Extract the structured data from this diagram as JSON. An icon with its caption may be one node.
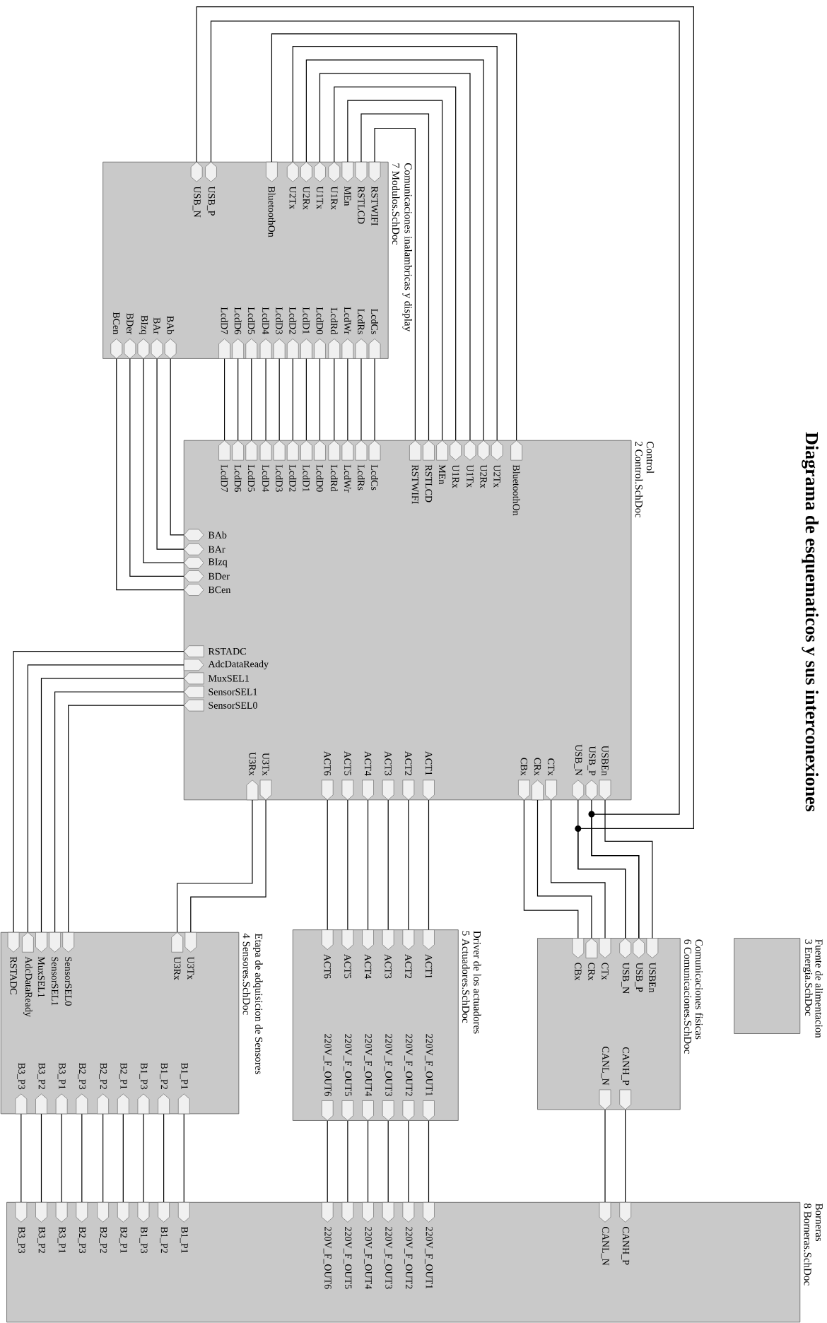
{
  "diagram": {
    "title": "Diagrama de esquematicos y sus interconexiones",
    "nodes": [
      {
        "text": [
          "Comunicaciones inalambricas y display",
          "7 Modulos.SchDoc"
        ]
      },
      {
        "text": [
          "USB_N"
        ],
        "in": 0
      },
      {
        "text": [
          "USB_P"
        ],
        "in": 0
      },
      {
        "text": [
          "BluetoothOn"
        ],
        "in": 0
      },
      {
        "text": [
          "U2Tx"
        ],
        "in": 0
      },
      {
        "text": [
          "U2Rx"
        ],
        "in": 0
      },
      {
        "text": [
          "U1Tx"
        ],
        "in": 0
      },
      {
        "text": [
          "U1Rx"
        ],
        "in": 0
      },
      {
        "text": [
          "MEn"
        ],
        "in": 0
      },
      {
        "text": [
          "RSTLCD"
        ],
        "in": 0
      },
      {
        "text": [
          "RSTWIFI"
        ],
        "in": 0
      },
      {
        "text": [
          "BCen"
        ],
        "in": 0
      },
      {
        "text": [
          "BDer"
        ],
        "in": 0
      },
      {
        "text": [
          "BIzq"
        ],
        "in": 0
      },
      {
        "text": [
          "BAr"
        ],
        "in": 0
      },
      {
        "text": [
          "BAb"
        ],
        "in": 0
      },
      {
        "text": [
          "LcdD7"
        ],
        "in": 0
      },
      {
        "text": [
          "LcdD6"
        ],
        "in": 0
      },
      {
        "text": [
          "LcdD5"
        ],
        "in": 0
      },
      {
        "text": [
          "LcdD4"
        ],
        "in": 0
      },
      {
        "text": [
          "LcdD3"
        ],
        "in": 0
      },
      {
        "text": [
          "LcdD2"
        ],
        "in": 0
      },
      {
        "text": [
          "LcdD1"
        ],
        "in": 0
      },
      {
        "text": [
          "LcdD0"
        ],
        "in": 0
      },
      {
        "text": [
          "LcdRd"
        ],
        "in": 0
      },
      {
        "text": [
          "LcdWr"
        ],
        "in": 0
      },
      {
        "text": [
          "LcdRs"
        ],
        "in": 0
      },
      {
        "text": [
          "LcdCs"
        ],
        "in": 0
      },
      {
        "text": [
          "Control",
          "2 Control.SchDoc"
        ]
      },
      {
        "text": [
          "LcdD7"
        ],
        "in": 28
      },
      {
        "text": [
          "LcdD6"
        ],
        "in": 28
      },
      {
        "text": [
          "LcdD5"
        ],
        "in": 28
      },
      {
        "text": [
          "LcdD4"
        ],
        "in": 28
      },
      {
        "text": [
          "LcdD3"
        ],
        "in": 28
      },
      {
        "text": [
          "LcdD2"
        ],
        "in": 28
      },
      {
        "text": [
          "LcdD1"
        ],
        "in": 28
      },
      {
        "text": [
          "LcdD0"
        ],
        "in": 28
      },
      {
        "text": [
          "LcdRd"
        ],
        "in": 28
      },
      {
        "text": [
          "LcdWr"
        ],
        "in": 28
      },
      {
        "text": [
          "LcdRs"
        ],
        "in": 28
      },
      {
        "text": [
          "LcdCs"
        ],
        "in": 28
      },
      {
        "text": [
          "RSTWIFI"
        ],
        "in": 28
      },
      {
        "text": [
          "RSTLCD"
        ],
        "in": 28
      },
      {
        "text": [
          "MEn"
        ],
        "in": 28
      },
      {
        "text": [
          "U1Rx"
        ],
        "in": 28
      },
      {
        "text": [
          "U1Tx"
        ],
        "in": 28
      },
      {
        "text": [
          "U2Rx"
        ],
        "in": 28
      },
      {
        "text": [
          "U2Tx"
        ],
        "in": 28
      },
      {
        "text": [
          "BluetoothOn"
        ],
        "in": 28
      },
      {
        "text": [
          "BAb"
        ],
        "in": 28
      },
      {
        "text": [
          "BAr"
        ],
        "in": 28
      },
      {
        "text": [
          "BIzq"
        ],
        "in": 28
      },
      {
        "text": [
          "BDer"
        ],
        "in": 28
      },
      {
        "text": [
          "BCen"
        ],
        "in": 28
      },
      {
        "text": [
          "RSTADC"
        ],
        "in": 28
      },
      {
        "text": [
          "AdcDataReady"
        ],
        "in": 28
      },
      {
        "text": [
          "MuxSEL1"
        ],
        "in": 28
      },
      {
        "text": [
          "SensorSEL1"
        ],
        "in": 28
      },
      {
        "text": [
          "SensorSEL0"
        ],
        "in": 28
      },
      {
        "text": [
          "U3Rx"
        ],
        "in": 28
      },
      {
        "text": [
          "U3Tx"
        ],
        "in": 28
      },
      {
        "text": [
          "ACT6"
        ],
        "in": 28
      },
      {
        "text": [
          "ACT5"
        ],
        "in": 28
      },
      {
        "text": [
          "ACT4"
        ],
        "in": 28
      },
      {
        "text": [
          "ACT3"
        ],
        "in": 28
      },
      {
        "text": [
          "ACT2"
        ],
        "in": 28
      },
      {
        "text": [
          "ACT1"
        ],
        "in": 28
      },
      {
        "text": [
          "CBx"
        ],
        "in": 28
      },
      {
        "text": [
          "CRx"
        ],
        "in": 28
      },
      {
        "text": [
          "CTx"
        ],
        "in": 28
      },
      {
        "text": [
          "USB_N"
        ],
        "in": 28
      },
      {
        "text": [
          "USB_P"
        ],
        "in": 28
      },
      {
        "text": [
          "USBEn"
        ],
        "in": 28
      },
      {
        "text": [
          "Fuente de alimentacion",
          "3 Energia.SchDoc"
        ]
      },
      {
        "text": [
          "Comunicaciones fisicas",
          "6 Comunicaciones.SchDoc"
        ]
      },
      {
        "text": [
          "CBx"
        ],
        "in": 74
      },
      {
        "text": [
          "CRx"
        ],
        "in": 74
      },
      {
        "text": [
          "CTx"
        ],
        "in": 74
      },
      {
        "text": [
          "USB_N"
        ],
        "in": 74
      },
      {
        "text": [
          "USB_P"
        ],
        "in": 74
      },
      {
        "text": [
          "USBEn"
        ],
        "in": 74
      },
      {
        "text": [
          "CANL_N"
        ],
        "in": 74
      },
      {
        "text": [
          "CANH_P"
        ],
        "in": 74
      },
      {
        "text": [
          "Driver de los actuadores",
          "5 Actuadores.SchDoc"
        ]
      },
      {
        "text": [
          "ACT6"
        ],
        "in": 83
      },
      {
        "text": [
          "ACT5"
        ],
        "in": 83
      },
      {
        "text": [
          "ACT4"
        ],
        "in": 83
      },
      {
        "text": [
          "ACT3"
        ],
        "in": 83
      },
      {
        "text": [
          "ACT2"
        ],
        "in": 83
      },
      {
        "text": [
          "ACT1"
        ],
        "in": 83
      },
      {
        "text": [
          "220V_F_OUT6"
        ],
        "in": 83
      },
      {
        "text": [
          "220V_F_OUT5"
        ],
        "in": 83
      },
      {
        "text": [
          "220V_F_OUT4"
        ],
        "in": 83
      },
      {
        "text": [
          "220V_F_OUT3"
        ],
        "in": 83
      },
      {
        "text": [
          "220V_F_OUT2"
        ],
        "in": 83
      },
      {
        "text": [
          "220V_F_OUT1"
        ],
        "in": 83
      },
      {
        "text": [
          "Etapa de adquisicion de Sensores",
          "4 Sensores.SchDoc"
        ]
      },
      {
        "text": [
          "RSTADC"
        ],
        "in": 96
      },
      {
        "text": [
          "AdcDataReady"
        ],
        "in": 96
      },
      {
        "text": [
          "MuxSEL1"
        ],
        "in": 96
      },
      {
        "text": [
          "SensorSEL1"
        ],
        "in": 96
      },
      {
        "text": [
          "SensorSEL0"
        ],
        "in": 96
      },
      {
        "text": [
          "U3Rx"
        ],
        "in": 96
      },
      {
        "text": [
          "U3Tx"
        ],
        "in": 96
      },
      {
        "text": [
          "B3_P3"
        ],
        "in": 96
      },
      {
        "text": [
          "B3_P2"
        ],
        "in": 96
      },
      {
        "text": [
          "B3_P1"
        ],
        "in": 96
      },
      {
        "text": [
          "B2_P3"
        ],
        "in": 96
      },
      {
        "text": [
          "B2_P2"
        ],
        "in": 96
      },
      {
        "text": [
          "B2_P1"
        ],
        "in": 96
      },
      {
        "text": [
          "B1_P3"
        ],
        "in": 96
      },
      {
        "text": [
          "B1_P2"
        ],
        "in": 96
      },
      {
        "text": [
          "B1_P1"
        ],
        "in": 96
      },
      {
        "text": [
          "Borneras",
          "8 Borneras.SchDoc"
        ]
      },
      {
        "text": [
          "B3_P3"
        ],
        "in": 113
      },
      {
        "text": [
          "B3_P2"
        ],
        "in": 113
      },
      {
        "text": [
          "B3_P1"
        ],
        "in": 113
      },
      {
        "text": [
          "B2_P3"
        ],
        "in": 113
      },
      {
        "text": [
          "B2_P2"
        ],
        "in": 113
      },
      {
        "text": [
          "B2_P1"
        ],
        "in": 113
      },
      {
        "text": [
          "B1_P3"
        ],
        "in": 113
      },
      {
        "text": [
          "B1_P2"
        ],
        "in": 113
      },
      {
        "text": [
          "B1_P1"
        ],
        "in": 113
      },
      {
        "text": [
          "220V_F_OUT6"
        ],
        "in": 113
      },
      {
        "text": [
          "220V_F_OUT5"
        ],
        "in": 113
      },
      {
        "text": [
          "220V_F_OUT4"
        ],
        "in": 113
      },
      {
        "text": [
          "220V_F_OUT3"
        ],
        "in": 113
      },
      {
        "text": [
          "220V_F_OUT2"
        ],
        "in": 113
      },
      {
        "text": [
          "220V_F_OUT1"
        ],
        "in": 113
      },
      {
        "text": [
          "CANL_N"
        ],
        "in": 113
      },
      {
        "text": [
          "CANH_P"
        ],
        "in": 113
      }
    ],
    "edges": [
      {
        "from": 3,
        "to": 48,
        "arrow": "none"
      },
      {
        "from": 4,
        "to": 47,
        "arrow": "none"
      },
      {
        "from": 5,
        "to": 46,
        "arrow": "none"
      },
      {
        "from": 6,
        "to": 45,
        "arrow": "none"
      },
      {
        "from": 7,
        "to": 44,
        "arrow": "none"
      },
      {
        "from": 8,
        "to": 43,
        "arrow": "none"
      },
      {
        "from": 9,
        "to": 42,
        "arrow": "none"
      },
      {
        "from": 10,
        "to": 41,
        "arrow": "none"
      },
      {
        "from": 16,
        "to": 29,
        "arrow": "none"
      },
      {
        "from": 17,
        "to": 30,
        "arrow": "none"
      },
      {
        "from": 18,
        "to": 31,
        "arrow": "none"
      },
      {
        "from": 19,
        "to": 32,
        "arrow": "none"
      },
      {
        "from": 20,
        "to": 33,
        "arrow": "none"
      },
      {
        "from": 21,
        "to": 34,
        "arrow": "none"
      },
      {
        "from": 22,
        "to": 35,
        "arrow": "none"
      },
      {
        "from": 23,
        "to": 36,
        "arrow": "none"
      },
      {
        "from": 24,
        "to": 37,
        "arrow": "none"
      },
      {
        "from": 25,
        "to": 38,
        "arrow": "none"
      },
      {
        "from": 26,
        "to": 39,
        "arrow": "none"
      },
      {
        "from": 27,
        "to": 40,
        "arrow": "none"
      },
      {
        "from": 15,
        "to": 49,
        "arrow": "none"
      },
      {
        "from": 14,
        "to": 50,
        "arrow": "none"
      },
      {
        "from": 13,
        "to": 51,
        "arrow": "none"
      },
      {
        "from": 12,
        "to": 52,
        "arrow": "none"
      },
      {
        "from": 11,
        "to": 53,
        "arrow": "none"
      },
      {
        "from": 54,
        "to": 97,
        "arrow": "none"
      },
      {
        "from": 55,
        "to": 98,
        "arrow": "none"
      },
      {
        "from": 56,
        "to": 99,
        "arrow": "none"
      },
      {
        "from": 57,
        "to": 100,
        "arrow": "none"
      },
      {
        "from": 58,
        "to": 101,
        "arrow": "none"
      },
      {
        "from": 59,
        "to": 102,
        "arrow": "none"
      },
      {
        "from": 60,
        "to": 103,
        "arrow": "none"
      },
      {
        "from": 61,
        "to": 84,
        "arrow": "none"
      },
      {
        "from": 62,
        "to": 85,
        "arrow": "none"
      },
      {
        "from": 63,
        "to": 86,
        "arrow": "none"
      },
      {
        "from": 64,
        "to": 87,
        "arrow": "none"
      },
      {
        "from": 65,
        "to": 88,
        "arrow": "none"
      },
      {
        "from": 66,
        "to": 89,
        "arrow": "none"
      },
      {
        "from": 90,
        "to": 123,
        "arrow": "none"
      },
      {
        "from": 91,
        "to": 124,
        "arrow": "none"
      },
      {
        "from": 92,
        "to": 125,
        "arrow": "none"
      },
      {
        "from": 93,
        "to": 126,
        "arrow": "none"
      },
      {
        "from": 94,
        "to": 127,
        "arrow": "none"
      },
      {
        "from": 95,
        "to": 128,
        "arrow": "none"
      },
      {
        "from": 67,
        "to": 75,
        "arrow": "none"
      },
      {
        "from": 68,
        "to": 76,
        "arrow": "none"
      },
      {
        "from": 69,
        "to": 77,
        "arrow": "none"
      },
      {
        "from": 70,
        "to": 78,
        "arrow": "none"
      },
      {
        "from": 71,
        "to": 79,
        "arrow": "none"
      },
      {
        "from": 72,
        "to": 80,
        "arrow": "none"
      },
      {
        "from": 1,
        "to": 78,
        "arrow": "none"
      },
      {
        "from": 2,
        "to": 79,
        "arrow": "none"
      },
      {
        "from": 81,
        "to": 129,
        "arrow": "none"
      },
      {
        "from": 82,
        "to": 130,
        "arrow": "none"
      },
      {
        "from": 104,
        "to": 114,
        "arrow": "none"
      },
      {
        "from": 105,
        "to": 115,
        "arrow": "none"
      },
      {
        "from": 106,
        "to": 116,
        "arrow": "none"
      },
      {
        "from": 107,
        "to": 117,
        "arrow": "none"
      },
      {
        "from": 108,
        "to": 118,
        "arrow": "none"
      },
      {
        "from": 109,
        "to": 119,
        "arrow": "none"
      },
      {
        "from": 110,
        "to": 120,
        "arrow": "none"
      },
      {
        "from": 111,
        "to": 121,
        "arrow": "none"
      },
      {
        "from": 112,
        "to": 122,
        "arrow": "none"
      }
    ]
  }
}
